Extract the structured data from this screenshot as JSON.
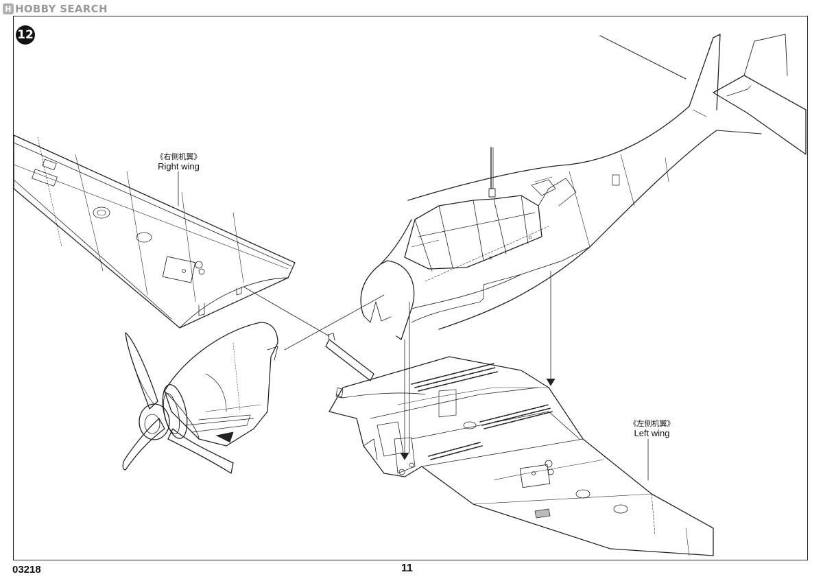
{
  "watermark": {
    "logo": "H",
    "text": "HOBBY SEARCH"
  },
  "step_number": "12",
  "labels": {
    "right_wing": {
      "cn": "《右侧机翼》",
      "en": "Right wing"
    },
    "left_wing": {
      "cn": "《左侧机翼》",
      "en": "Left wing"
    }
  },
  "footer": {
    "code": "03218",
    "page": "11"
  }
}
